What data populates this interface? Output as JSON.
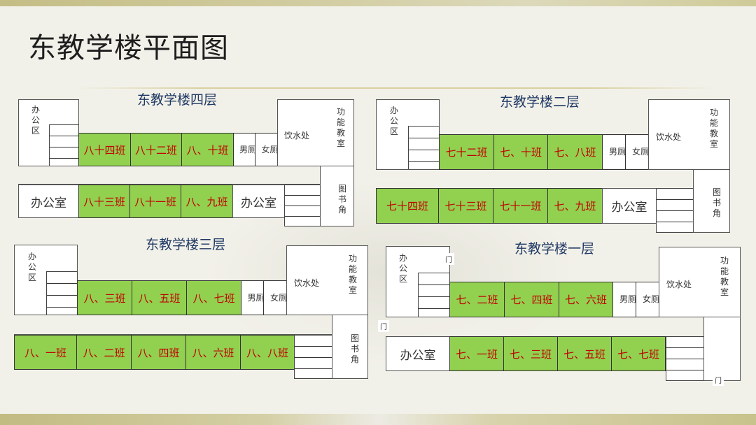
{
  "page": {
    "title": "东教学楼平面图"
  },
  "common": {
    "office_area": "办公区",
    "office": "办公室",
    "water": "饮水处",
    "function_room": "功能教室",
    "library": "图书角",
    "mens_wc": "男厕",
    "womens_wc": "女厕",
    "door": "门"
  },
  "colors": {
    "classroom_fill": "#92d050",
    "classroom_text": "#c00000",
    "floor_title": "#1f3864"
  },
  "floors": {
    "f4": {
      "title": "东教学楼四层",
      "top": [
        "八十四班",
        "八十二班",
        "八、十班"
      ],
      "bottom": [
        "八十三班",
        "八十一班",
        "八、九班"
      ]
    },
    "f2": {
      "title": "东教学楼二层",
      "top": [
        "七十二班",
        "七、十班",
        "七、八班"
      ],
      "bottom": [
        "七十四班",
        "七十三班",
        "七十一班",
        "七、九班"
      ]
    },
    "f3": {
      "title": "东教学楼三层",
      "top": [
        "八、三班",
        "八、五班",
        "八、七班"
      ],
      "bottom": [
        "八、一班",
        "八、二班",
        "八、四班",
        "八、六班",
        "八、八班"
      ]
    },
    "f1": {
      "title": "东教学楼一层",
      "top": [
        "七、二班",
        "七、四班",
        "七、六班"
      ],
      "bottom": [
        "七、一班",
        "七、三班",
        "七、五班",
        "七、七班"
      ]
    }
  }
}
